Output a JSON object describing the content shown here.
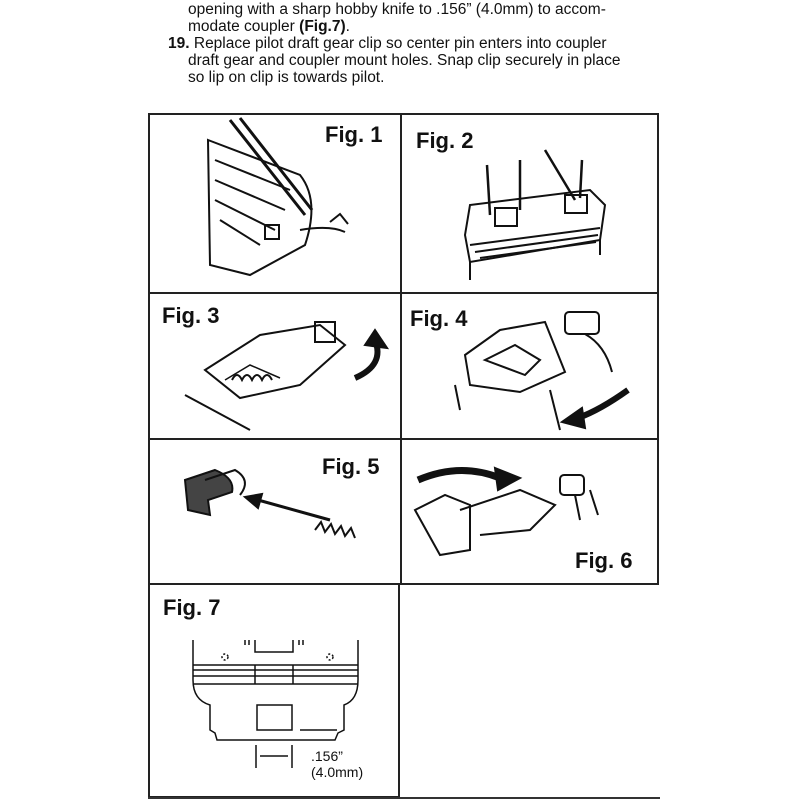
{
  "text": {
    "line1": "opening with a sharp hobby knife to .156” (4.0mm) to accom-",
    "line2_pre": "modate coupler ",
    "line2_ref": "(Fig.7)",
    "line2_post": ".",
    "step_number": "19.",
    "step_line1": " Replace pilot draft gear clip so center pin enters into coupler",
    "step_line2": "draft gear and coupler mount holes. Snap clip securely in place",
    "step_line3": "so lip on clip is towards pilot."
  },
  "figures": [
    {
      "label": "Fig. 1"
    },
    {
      "label": "Fig. 2"
    },
    {
      "label": "Fig. 3"
    },
    {
      "label": "Fig. 4"
    },
    {
      "label": "Fig. 5"
    },
    {
      "label": "Fig. 6"
    },
    {
      "label": "Fig. 7",
      "dimension_inch": ".156”",
      "dimension_mm": "(4.0mm)"
    }
  ]
}
